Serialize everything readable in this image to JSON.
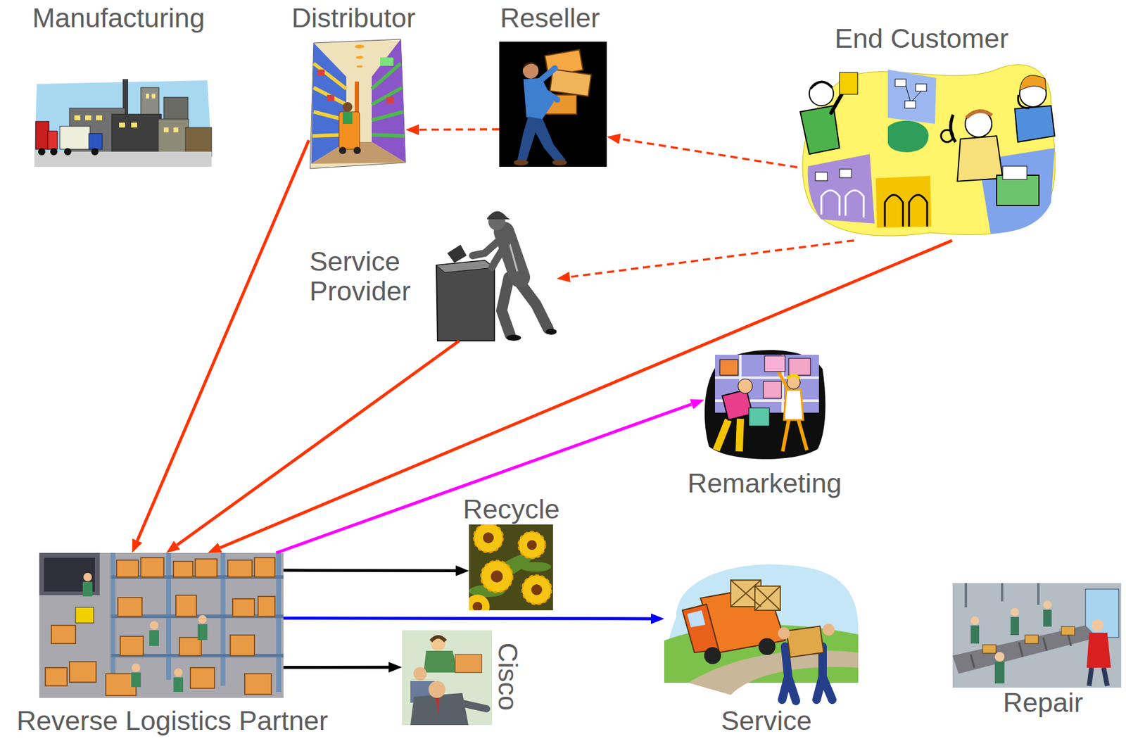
{
  "diagram": {
    "nodes": [
      {
        "text": [
          "Manufacturing"
        ]
      },
      {
        "text": [
          "Distributor"
        ]
      },
      {
        "text": [
          "Reseller"
        ]
      },
      {
        "text": [
          "End Customer"
        ]
      },
      {
        "text": [
          "Service Provider"
        ]
      },
      {
        "text": [
          "Remarketing"
        ]
      },
      {
        "text": [
          "Recycle"
        ]
      },
      {
        "text": [
          "Reverse Logistics Partner"
        ]
      },
      {
        "text": [
          "Cisco"
        ]
      },
      {
        "text": [
          "Service"
        ]
      },
      {
        "text": [
          "Repair"
        ]
      }
    ],
    "edges": [
      {
        "from": 2,
        "to": 1,
        "arrow": "to"
      },
      {
        "from": 3,
        "to": 2,
        "arrow": "to"
      },
      {
        "from": 3,
        "to": 4,
        "arrow": "to"
      },
      {
        "from": 1,
        "to": 7,
        "arrow": "to"
      },
      {
        "from": 4,
        "to": 7,
        "arrow": "to"
      },
      {
        "from": 3,
        "to": 7,
        "arrow": "to"
      },
      {
        "from": 7,
        "to": 5,
        "arrow": "to"
      },
      {
        "from": 7,
        "to": 6,
        "arrow": "to"
      },
      {
        "from": 7,
        "to": 9,
        "arrow": "to"
      },
      {
        "from": 7,
        "to": 8,
        "arrow": "to"
      }
    ]
  }
}
